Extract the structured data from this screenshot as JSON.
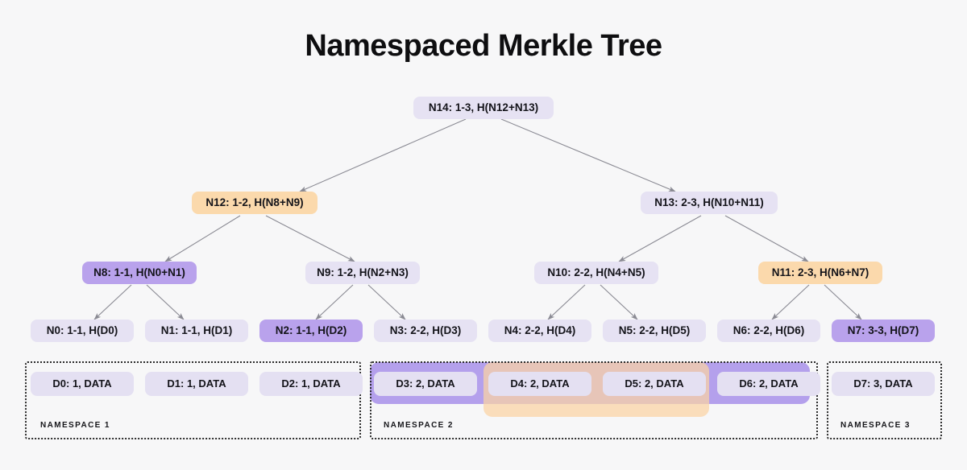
{
  "title": "Namespaced Merkle Tree",
  "colors": {
    "background": "#f7f7f8",
    "node_default": "#e6e2f3",
    "node_purple": "#b9a2ec",
    "node_orange": "#fbd9ac",
    "band_purple": "#b4a0ec",
    "band_orange": "#fbd3a4",
    "edge": "#8a8a93",
    "text": "#14141a"
  },
  "tree": {
    "root": {
      "label": "N14: 1-3, H(N12+N13)",
      "highlight": "none"
    },
    "level2": [
      {
        "label": "N12: 1-2, H(N8+N9)",
        "highlight": "orange"
      },
      {
        "label": "N13: 2-3, H(N10+N11)",
        "highlight": "none"
      }
    ],
    "level3": [
      {
        "label": "N8: 1-1, H(N0+N1)",
        "highlight": "purple"
      },
      {
        "label": "N9: 1-2, H(N2+N3)",
        "highlight": "none"
      },
      {
        "label": "N10: 2-2, H(N4+N5)",
        "highlight": "none"
      },
      {
        "label": "N11: 2-3, H(N6+N7)",
        "highlight": "orange"
      }
    ],
    "leaves": [
      {
        "label": "N0: 1-1, H(D0)",
        "highlight": "none"
      },
      {
        "label": "N1: 1-1, H(D1)",
        "highlight": "none"
      },
      {
        "label": "N2: 1-1, H(D2)",
        "highlight": "purple"
      },
      {
        "label": "N3: 2-2, H(D3)",
        "highlight": "none"
      },
      {
        "label": "N4: 2-2, H(D4)",
        "highlight": "none"
      },
      {
        "label": "N5: 2-2, H(D5)",
        "highlight": "none"
      },
      {
        "label": "N6: 2-2, H(D6)",
        "highlight": "none"
      },
      {
        "label": "N7: 3-3, H(D7)",
        "highlight": "purple"
      }
    ]
  },
  "data_blocks": [
    {
      "label": "D0: 1, DATA"
    },
    {
      "label": "D1: 1, DATA"
    },
    {
      "label": "D2: 1, DATA"
    },
    {
      "label": "D3: 2, DATA"
    },
    {
      "label": "D4: 2, DATA"
    },
    {
      "label": "D5: 2, DATA"
    },
    {
      "label": "D6: 2, DATA"
    },
    {
      "label": "D7: 3, DATA"
    }
  ],
  "namespaces": [
    {
      "label": "NAMESPACE 1"
    },
    {
      "label": "NAMESPACE 2"
    },
    {
      "label": "NAMESPACE 3"
    }
  ]
}
